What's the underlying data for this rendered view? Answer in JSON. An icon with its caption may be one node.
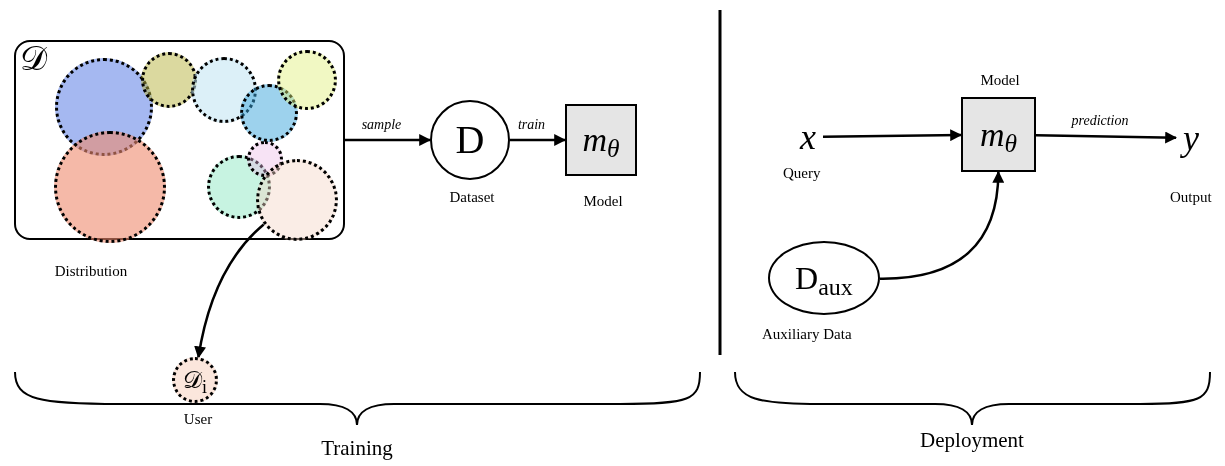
{
  "diagram": {
    "nodes": [
      {
        "text": [
          "𝒟"
        ],
        "beside": [
          "Distribution"
        ]
      },
      {
        "text": [],
        "shape": "circle",
        "in": 0
      },
      {
        "text": [],
        "shape": "circle",
        "in": 0
      },
      {
        "text": [],
        "shape": "circle",
        "in": 0
      },
      {
        "text": [],
        "shape": "circle",
        "in": 0
      },
      {
        "text": [],
        "shape": "circle",
        "in": 0
      },
      {
        "text": [],
        "shape": "circle",
        "in": 0
      },
      {
        "text": [],
        "shape": "circle",
        "in": 0
      },
      {
        "text": [],
        "shape": "circle",
        "in": 0
      },
      {
        "text": [],
        "shape": "circle",
        "in": 0
      },
      {
        "text": [
          "𝒟$_{i}$"
        ],
        "beside": [
          "User"
        ]
      },
      {
        "text": [
          "D"
        ],
        "beside": [
          "Dataset"
        ]
      },
      {
        "text": [
          "m$_{θ}$"
        ],
        "beside": [
          "Model"
        ]
      },
      {
        "text": [
          "x"
        ],
        "beside": [
          "Query"
        ]
      },
      {
        "text": [
          "m$_{θ}$"
        ],
        "beside": [
          "Model"
        ]
      },
      {
        "text": [
          "y"
        ],
        "beside": [
          "Output"
        ]
      },
      {
        "text": [
          "D$_{aux}$"
        ],
        "beside": [
          "Auxiliary Data"
        ]
      }
    ],
    "edges": [
      {
        "from": 0,
        "to": 11,
        "arrow": "to",
        "label": "sample"
      },
      {
        "from": 11,
        "to": 12,
        "arrow": "to",
        "label": "train"
      },
      {
        "from": 8,
        "to": 10,
        "arrow": "to"
      },
      {
        "from": 13,
        "to": 14,
        "arrow": "to"
      },
      {
        "from": 14,
        "to": 15,
        "arrow": "to",
        "label": "prediction"
      },
      {
        "from": 16,
        "to": 14,
        "arrow": "to"
      }
    ],
    "labels": [
      "Training",
      "Deployment"
    ]
  }
}
